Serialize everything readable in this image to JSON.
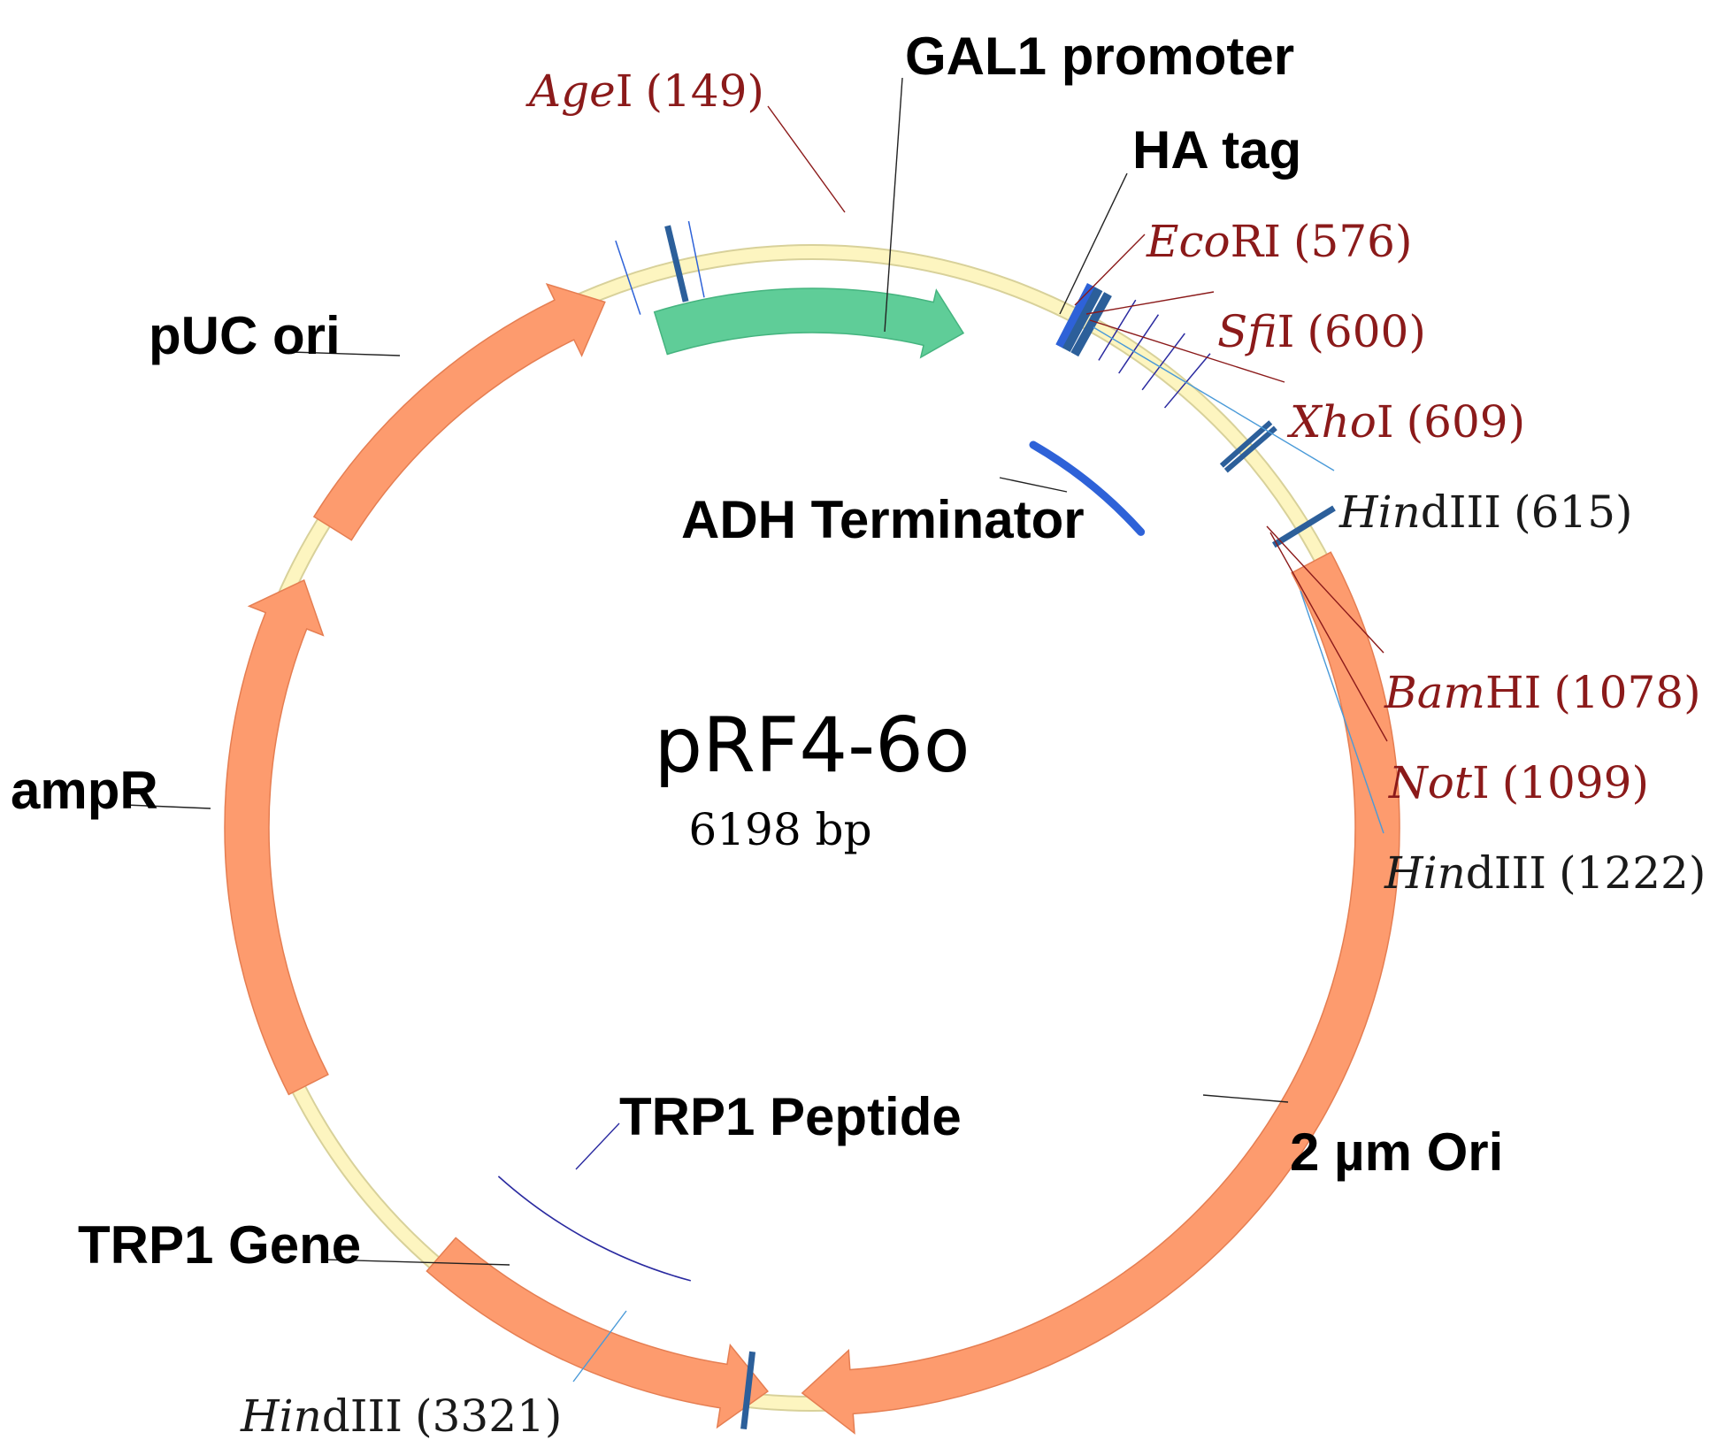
{
  "plasmid": {
    "name": "pRF4-6o",
    "size_text": "6198 bp"
  },
  "colors": {
    "backbone": "#fdf5c0",
    "backbone_edge": "#d8d19a",
    "feature_orange": "#fd9b6e",
    "feature_orange_edge": "#e57e52",
    "promoter_green": "#5fcd98",
    "terminator_blue": "#2e62d8",
    "site_mark": "#2c5f9a",
    "site_red": "#8b1a1a",
    "site_black": "#1a1a1a",
    "peptide_line": "#2a2aa0"
  },
  "features": [
    {
      "id": "gal1",
      "label": "GAL1 promoter",
      "icon": "green-arrow"
    },
    {
      "id": "ha",
      "label": "HA tag",
      "icon": "blue-bar"
    },
    {
      "id": "adh",
      "label": "ADH Terminator",
      "icon": "blue-arc"
    },
    {
      "id": "ori2u",
      "label": "2 µm Ori",
      "icon": "orange-arc"
    },
    {
      "id": "trp1pep",
      "label": "TRP1 Peptide",
      "icon": "thin-arc"
    },
    {
      "id": "trp1",
      "label": "TRP1 Gene",
      "icon": "orange-arrow"
    },
    {
      "id": "ampr",
      "label": "ampR",
      "icon": "orange-arrow"
    },
    {
      "id": "puc",
      "label": "pUC ori",
      "icon": "orange-arrow"
    }
  ],
  "sites": [
    {
      "enzyme_italic": "Age",
      "enzyme_rest": "I",
      "position": "(149)",
      "color": "red"
    },
    {
      "enzyme_italic": "Eco",
      "enzyme_rest": "RI",
      "position": "(576)",
      "color": "red"
    },
    {
      "enzyme_italic": "Sfi",
      "enzyme_rest": "I",
      "position": "(600)",
      "color": "red"
    },
    {
      "enzyme_italic": "Xho",
      "enzyme_rest": "I",
      "position": "(609)",
      "color": "red"
    },
    {
      "enzyme_italic": "Hin",
      "enzyme_rest": "dIII",
      "position": "(615)",
      "color": "black"
    },
    {
      "enzyme_italic": "Bam",
      "enzyme_rest": "HI",
      "position": "(1078)",
      "color": "red"
    },
    {
      "enzyme_italic": "Not",
      "enzyme_rest": "I",
      "position": "(1099)",
      "color": "red"
    },
    {
      "enzyme_italic": "Hin",
      "enzyme_rest": "dIII",
      "position": "(1222)",
      "color": "black"
    },
    {
      "enzyme_italic": "Hin",
      "enzyme_rest": "dIII",
      "position": "(3321)",
      "color": "black"
    }
  ]
}
